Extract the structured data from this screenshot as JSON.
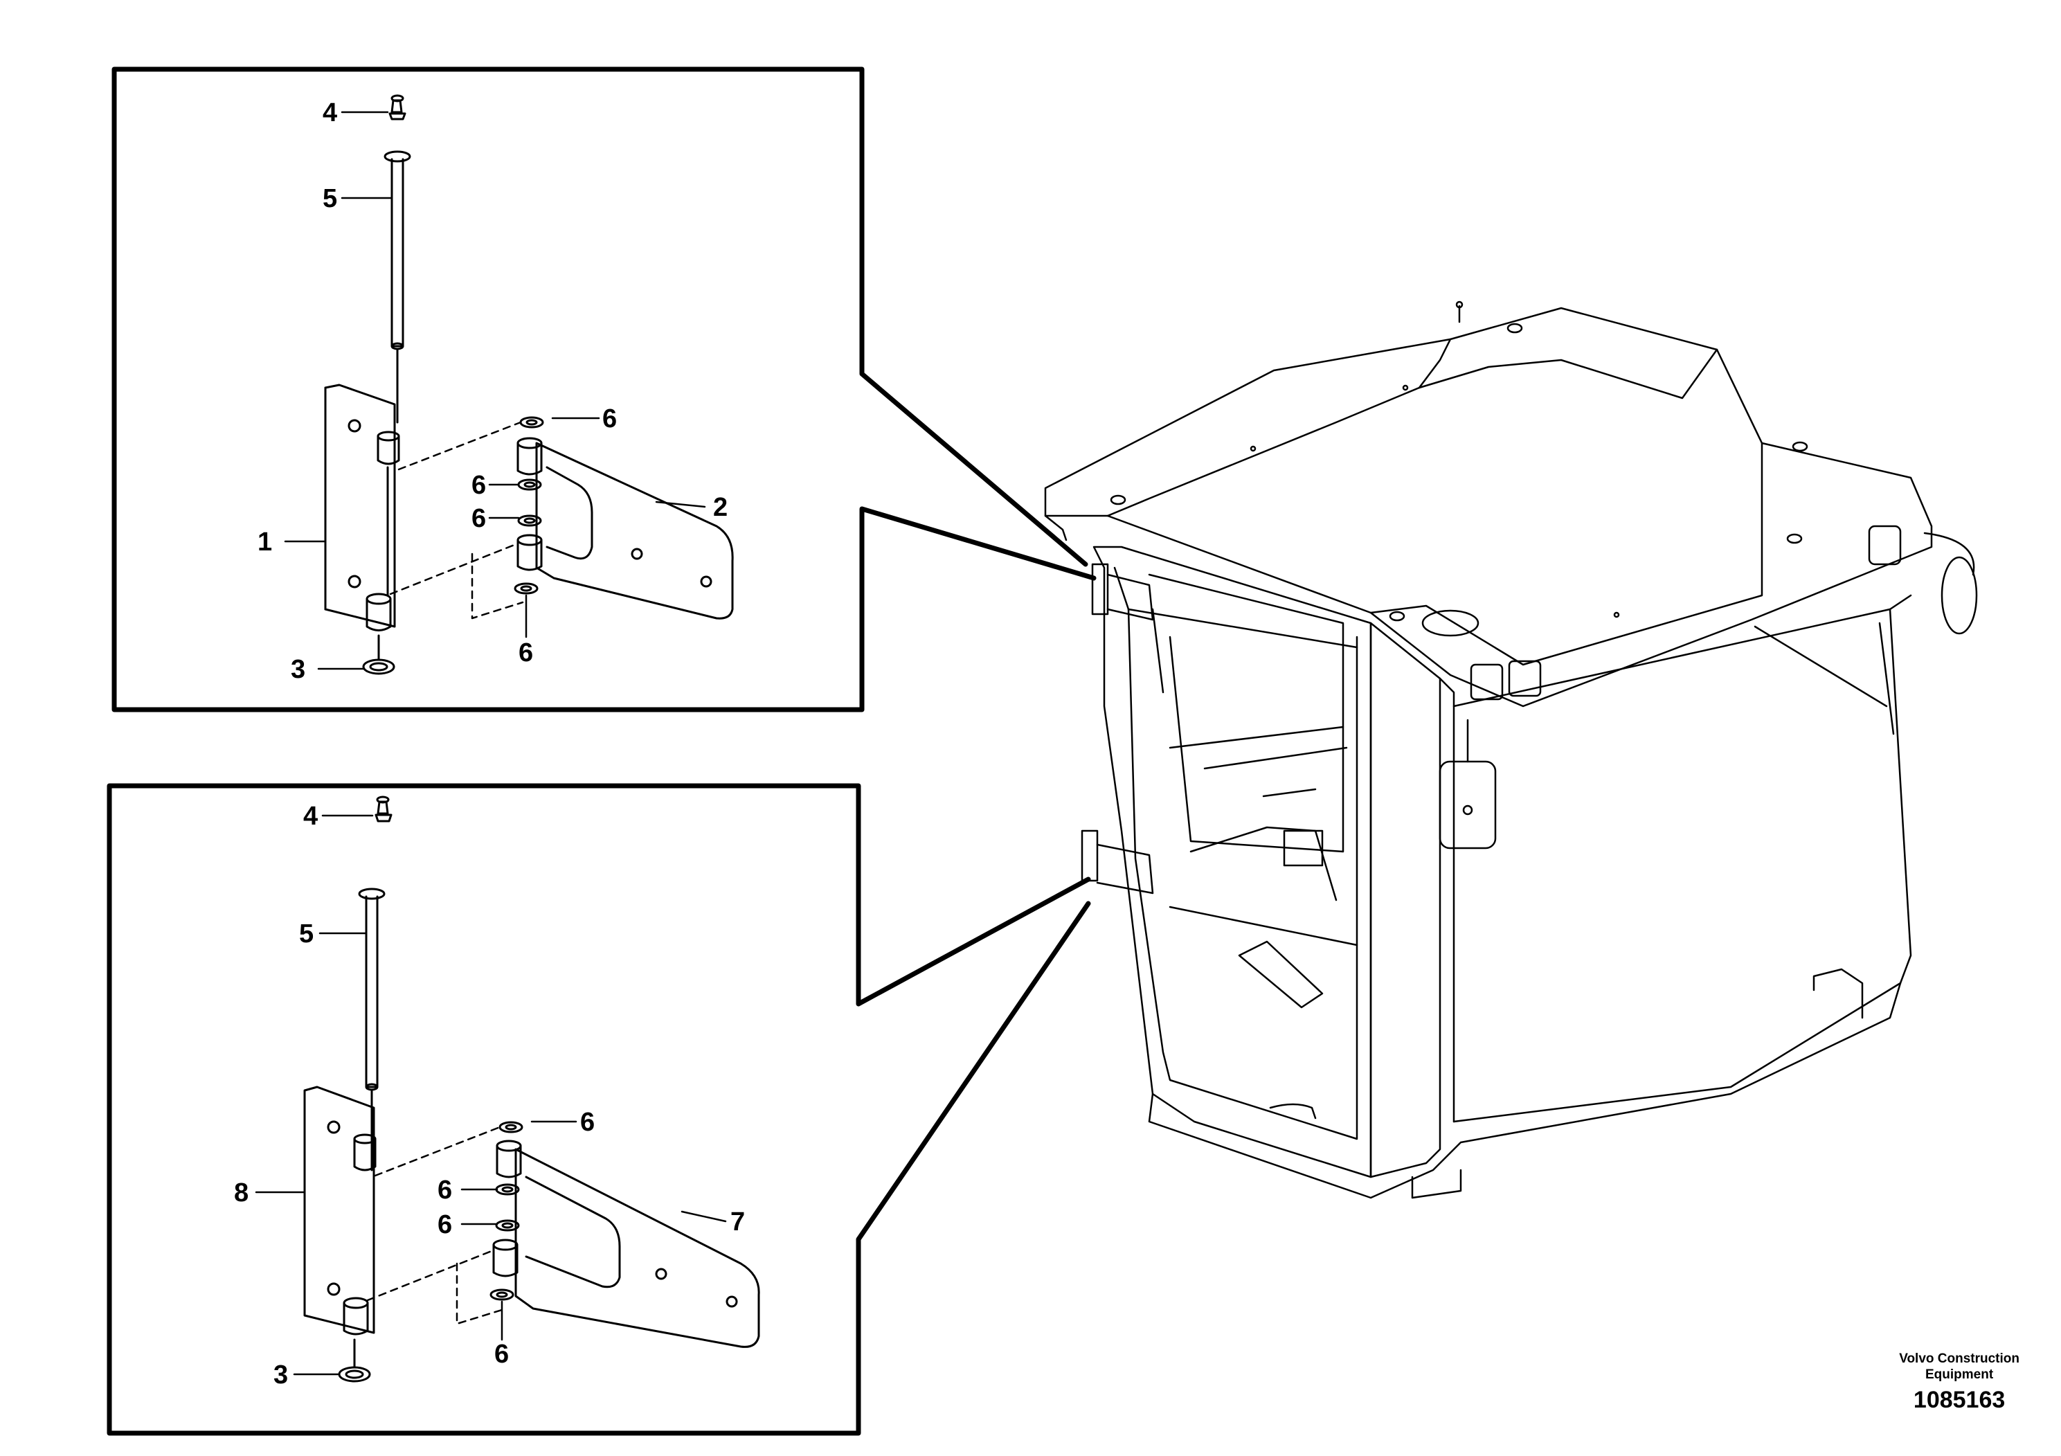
{
  "callouts": {
    "top": {
      "c1": "1",
      "c2": "2",
      "c3": "3",
      "c4": "4",
      "c5": "5",
      "c6a": "6",
      "c6b": "6",
      "c6c": "6",
      "c6d": "6"
    },
    "bottom": {
      "c3": "3",
      "c4": "4",
      "c5": "5",
      "c7": "7",
      "c8": "8",
      "c6a": "6",
      "c6b": "6",
      "c6c": "6",
      "c6d": "6"
    }
  },
  "brand": {
    "company_line1": "Volvo Construction",
    "company_line2": "Equipment",
    "doc_number": "1085163"
  },
  "colors": {
    "line": "#000000",
    "background": "#ffffff"
  }
}
